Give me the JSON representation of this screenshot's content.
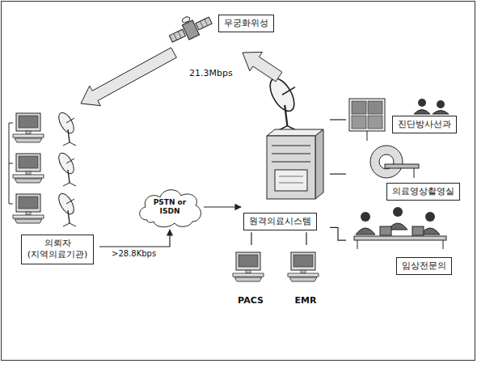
{
  "diagram": {
    "nodes": [
      {
        "text": [
          "무궁화위성"
        ]
      },
      {
        "text": [
          "의뢰자 (지역의료기관)"
        ]
      },
      {
        "text": [
          "PSTN or ISDN"
        ]
      },
      {
        "text": [
          "원격의료시스템"
        ]
      },
      {
        "text": [
          "PACS"
        ]
      },
      {
        "text": [
          "EMR"
        ]
      },
      {
        "text": [
          "진단방사선과"
        ]
      },
      {
        "text": [
          "의료영상촬영실"
        ]
      },
      {
        "text": [
          "임상전문의"
        ]
      }
    ],
    "edges": [
      {
        "from": 0,
        "to": 1,
        "arrow": "to"
      },
      {
        "from": 3,
        "to": 0,
        "arrow": "to"
      },
      {
        "from": 1,
        "to": 2,
        "arrow": "to",
        "label": ">28.8Kbps"
      },
      {
        "from": 2,
        "to": 3,
        "arrow": "to"
      },
      {
        "from": 3,
        "to": 4,
        "arrow": "none"
      },
      {
        "from": 3,
        "to": 5,
        "arrow": "none"
      },
      {
        "from": 3,
        "to": 6,
        "arrow": "none"
      },
      {
        "from": 3,
        "to": 7,
        "arrow": "none"
      },
      {
        "from": 3,
        "to": 8,
        "arrow": "none"
      }
    ],
    "labels": [
      "21.3Mbps"
    ]
  }
}
